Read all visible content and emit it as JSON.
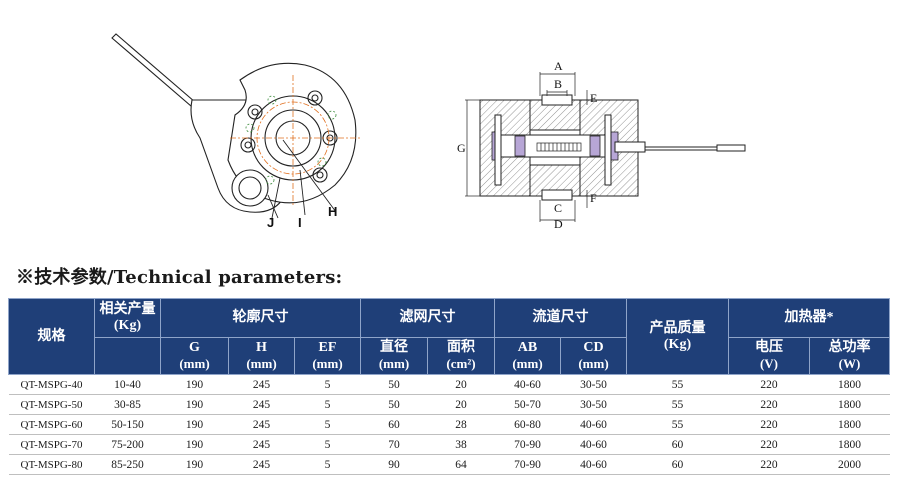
{
  "section_title": "※技术参数/Technical parameters:",
  "drawing_labels": {
    "left": {
      "H": "H",
      "I": "I",
      "J": "J"
    },
    "right": {
      "A": "A",
      "B": "B",
      "C": "C",
      "D": "D",
      "E": "E",
      "F": "F",
      "G": "G"
    }
  },
  "table": {
    "headers": {
      "spec": "规格",
      "capacity_cn": "相关产量",
      "capacity_unit": "(Kg)",
      "outline": "轮廓尺寸",
      "filter": "滤网尺寸",
      "channel": "流道尺寸",
      "weight_cn": "产品质量",
      "weight_unit": "(Kg)",
      "heater": "加热器*",
      "g": "G",
      "g_unit": "(mm)",
      "h": "H",
      "h_unit": "(mm)",
      "ef": "EF",
      "ef_unit": "(mm)",
      "diameter": "直径",
      "diameter_unit": "(mm)",
      "area": "面积",
      "area_unit": "(cm²)",
      "ab": "AB",
      "ab_unit": "(mm)",
      "cd": "CD",
      "cd_unit": "(mm)",
      "voltage": "电压",
      "voltage_unit": "(V)",
      "power": "总功率",
      "power_unit": "(W)"
    },
    "rows": [
      [
        "QT-MSPG-40",
        "10-40",
        "190",
        "245",
        "5",
        "50",
        "20",
        "40-60",
        "30-50",
        "55",
        "220",
        "1800"
      ],
      [
        "QT-MSPG-50",
        "30-85",
        "190",
        "245",
        "5",
        "50",
        "20",
        "50-70",
        "30-50",
        "55",
        "220",
        "1800"
      ],
      [
        "QT-MSPG-60",
        "50-150",
        "190",
        "245",
        "5",
        "60",
        "28",
        "60-80",
        "40-60",
        "55",
        "220",
        "1800"
      ],
      [
        "QT-MSPG-70",
        "75-200",
        "190",
        "245",
        "5",
        "70",
        "38",
        "70-90",
        "40-60",
        "60",
        "220",
        "1800"
      ],
      [
        "QT-MSPG-80",
        "85-250",
        "190",
        "245",
        "5",
        "90",
        "64",
        "70-90",
        "40-60",
        "60",
        "220",
        "2000"
      ]
    ]
  }
}
